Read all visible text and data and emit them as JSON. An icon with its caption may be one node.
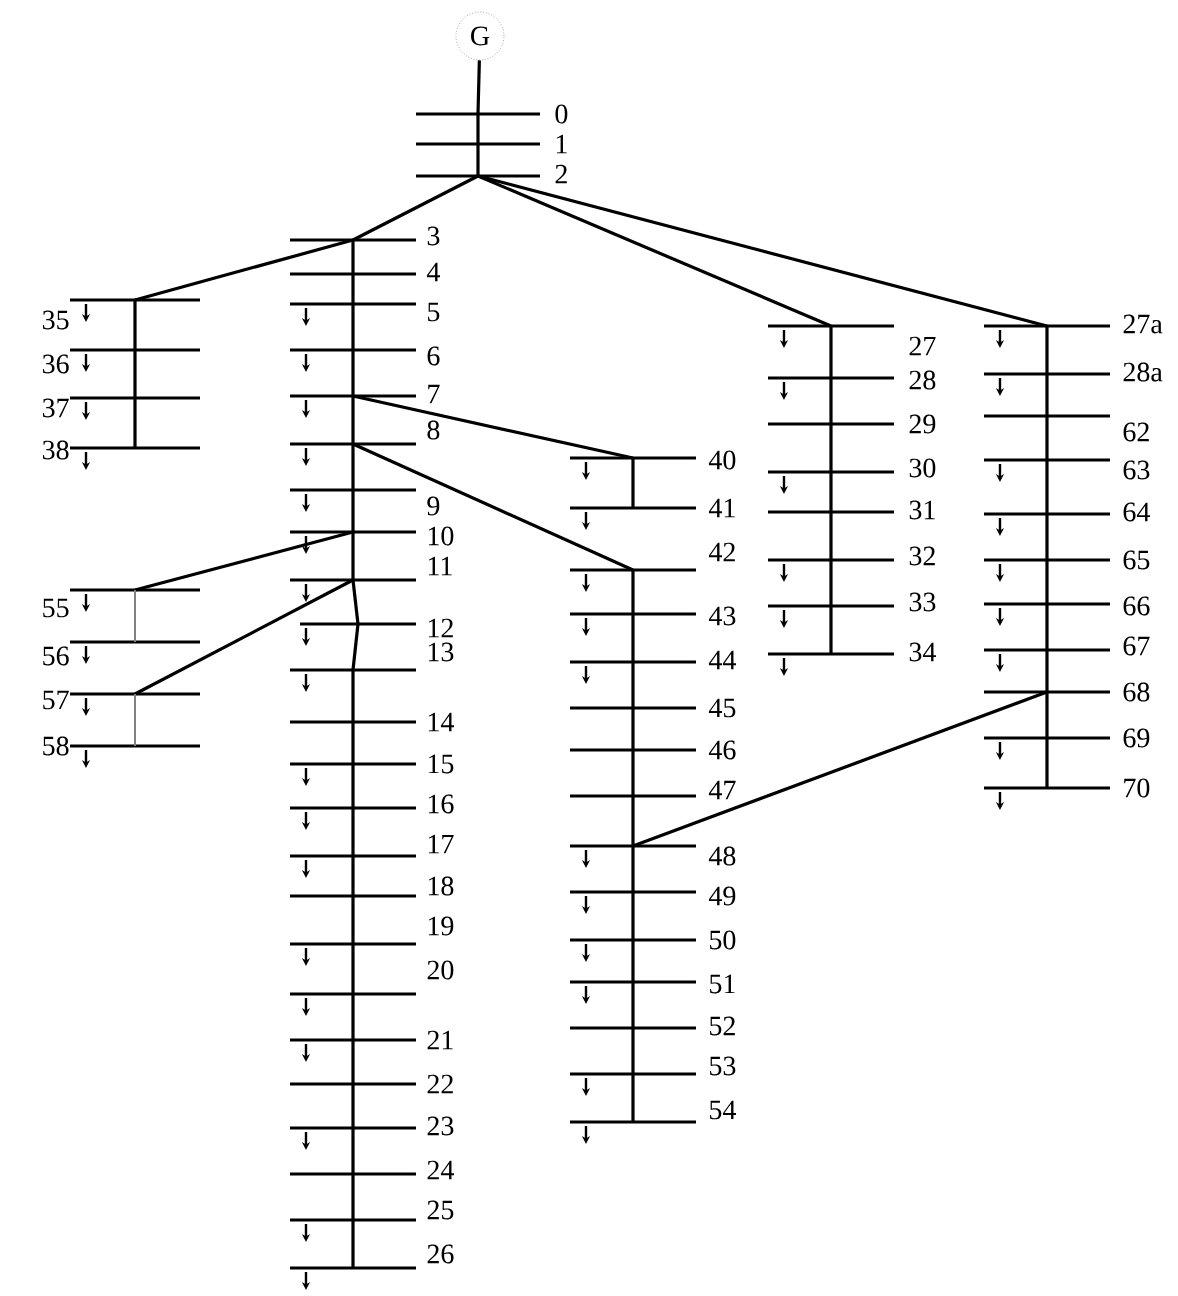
{
  "diagram": {
    "nodes": [
      {
        "text": [
          "G"
        ]
      },
      {
        "text": [
          "0"
        ]
      },
      {
        "text": [
          "1"
        ]
      },
      {
        "text": [
          "2"
        ]
      },
      {
        "text": [
          "3"
        ]
      },
      {
        "text": [
          "4"
        ]
      },
      {
        "text": [
          "5"
        ]
      },
      {
        "text": [
          "6"
        ]
      },
      {
        "text": [
          "7"
        ]
      },
      {
        "text": [
          "8"
        ]
      },
      {
        "text": [
          "9"
        ]
      },
      {
        "text": [
          "10"
        ]
      },
      {
        "text": [
          "11"
        ]
      },
      {
        "text": [
          "12"
        ]
      },
      {
        "text": [
          "13"
        ]
      },
      {
        "text": [
          "14"
        ]
      },
      {
        "text": [
          "15"
        ]
      },
      {
        "text": [
          "16"
        ]
      },
      {
        "text": [
          "17"
        ]
      },
      {
        "text": [
          "18"
        ]
      },
      {
        "text": [
          "19"
        ]
      },
      {
        "text": [
          "20"
        ]
      },
      {
        "text": [
          "21"
        ]
      },
      {
        "text": [
          "22"
        ]
      },
      {
        "text": [
          "23"
        ]
      },
      {
        "text": [
          "24"
        ]
      },
      {
        "text": [
          "25"
        ]
      },
      {
        "text": [
          "26"
        ]
      },
      {
        "text": [
          "27"
        ]
      },
      {
        "text": [
          "28"
        ]
      },
      {
        "text": [
          "29"
        ]
      },
      {
        "text": [
          "30"
        ]
      },
      {
        "text": [
          "31"
        ]
      },
      {
        "text": [
          "32"
        ]
      },
      {
        "text": [
          "33"
        ]
      },
      {
        "text": [
          "34"
        ]
      },
      {
        "text": [
          "27a"
        ]
      },
      {
        "text": [
          "28a"
        ]
      },
      {
        "text": [
          "62"
        ]
      },
      {
        "text": [
          "63"
        ]
      },
      {
        "text": [
          "64"
        ]
      },
      {
        "text": [
          "65"
        ]
      },
      {
        "text": [
          "66"
        ]
      },
      {
        "text": [
          "67"
        ]
      },
      {
        "text": [
          "68"
        ]
      },
      {
        "text": [
          "69"
        ]
      },
      {
        "text": [
          "70"
        ]
      },
      {
        "text": [
          "35"
        ]
      },
      {
        "text": [
          "36"
        ]
      },
      {
        "text": [
          "37"
        ]
      },
      {
        "text": [
          "38"
        ]
      },
      {
        "text": [
          "40"
        ]
      },
      {
        "text": [
          "41"
        ]
      },
      {
        "text": [
          "42"
        ]
      },
      {
        "text": [
          "43"
        ]
      },
      {
        "text": [
          "44"
        ]
      },
      {
        "text": [
          "45"
        ]
      },
      {
        "text": [
          "46"
        ]
      },
      {
        "text": [
          "47"
        ]
      },
      {
        "text": [
          "48"
        ]
      },
      {
        "text": [
          "49"
        ]
      },
      {
        "text": [
          "50"
        ]
      },
      {
        "text": [
          "51"
        ]
      },
      {
        "text": [
          "52"
        ]
      },
      {
        "text": [
          "53"
        ]
      },
      {
        "text": [
          "54"
        ]
      },
      {
        "text": [
          "55"
        ]
      },
      {
        "text": [
          "56"
        ]
      },
      {
        "text": [
          "57"
        ]
      },
      {
        "text": [
          "58"
        ]
      }
    ],
    "edges": [
      {
        "from": 0,
        "to": 1,
        "arrow": "none"
      },
      {
        "from": 1,
        "to": 2,
        "arrow": "none"
      },
      {
        "from": 2,
        "to": 3,
        "arrow": "none"
      },
      {
        "from": 3,
        "to": 4,
        "arrow": "none"
      },
      {
        "from": 3,
        "to": 28,
        "arrow": "none"
      },
      {
        "from": 3,
        "to": 36,
        "arrow": "none"
      },
      {
        "from": 4,
        "to": 47,
        "arrow": "none"
      },
      {
        "from": 4,
        "to": 5,
        "arrow": "none"
      },
      {
        "from": 5,
        "to": 6,
        "arrow": "none"
      },
      {
        "from": 6,
        "to": 7,
        "arrow": "none"
      },
      {
        "from": 7,
        "to": 8,
        "arrow": "none"
      },
      {
        "from": 8,
        "to": 9,
        "arrow": "none"
      },
      {
        "from": 9,
        "to": 10,
        "arrow": "none"
      },
      {
        "from": 10,
        "to": 11,
        "arrow": "none"
      },
      {
        "from": 11,
        "to": 12,
        "arrow": "none"
      },
      {
        "from": 12,
        "to": 13,
        "arrow": "none"
      },
      {
        "from": 13,
        "to": 14,
        "arrow": "none"
      },
      {
        "from": 14,
        "to": 15,
        "arrow": "none"
      },
      {
        "from": 15,
        "to": 16,
        "arrow": "none"
      },
      {
        "from": 16,
        "to": 17,
        "arrow": "none"
      },
      {
        "from": 17,
        "to": 18,
        "arrow": "none"
      },
      {
        "from": 18,
        "to": 19,
        "arrow": "none"
      },
      {
        "from": 19,
        "to": 20,
        "arrow": "none"
      },
      {
        "from": 20,
        "to": 21,
        "arrow": "none"
      },
      {
        "from": 21,
        "to": 22,
        "arrow": "none"
      },
      {
        "from": 22,
        "to": 23,
        "arrow": "none"
      },
      {
        "from": 23,
        "to": 24,
        "arrow": "none"
      },
      {
        "from": 24,
        "to": 25,
        "arrow": "none"
      },
      {
        "from": 25,
        "to": 26,
        "arrow": "none"
      },
      {
        "from": 26,
        "to": 27,
        "arrow": "none"
      },
      {
        "from": 28,
        "to": 29,
        "arrow": "none"
      },
      {
        "from": 29,
        "to": 30,
        "arrow": "none"
      },
      {
        "from": 30,
        "to": 31,
        "arrow": "none"
      },
      {
        "from": 31,
        "to": 32,
        "arrow": "none"
      },
      {
        "from": 32,
        "to": 33,
        "arrow": "none"
      },
      {
        "from": 33,
        "to": 34,
        "arrow": "none"
      },
      {
        "from": 34,
        "to": 35,
        "arrow": "none"
      },
      {
        "from": 36,
        "to": 37,
        "arrow": "none"
      },
      {
        "from": 37,
        "to": 38,
        "arrow": "none"
      },
      {
        "from": 38,
        "to": 39,
        "arrow": "none"
      },
      {
        "from": 39,
        "to": 40,
        "arrow": "none"
      },
      {
        "from": 40,
        "to": 41,
        "arrow": "none"
      },
      {
        "from": 41,
        "to": 42,
        "arrow": "none"
      },
      {
        "from": 42,
        "to": 43,
        "arrow": "none"
      },
      {
        "from": 43,
        "to": 44,
        "arrow": "none"
      },
      {
        "from": 44,
        "to": 45,
        "arrow": "none"
      },
      {
        "from": 45,
        "to": 46,
        "arrow": "none"
      },
      {
        "from": 47,
        "to": 48,
        "arrow": "none"
      },
      {
        "from": 48,
        "to": 49,
        "arrow": "none"
      },
      {
        "from": 49,
        "to": 50,
        "arrow": "none"
      },
      {
        "from": 8,
        "to": 51,
        "arrow": "none"
      },
      {
        "from": 51,
        "to": 52,
        "arrow": "none"
      },
      {
        "from": 9,
        "to": 53,
        "arrow": "none"
      },
      {
        "from": 53,
        "to": 54,
        "arrow": "none"
      },
      {
        "from": 54,
        "to": 55,
        "arrow": "none"
      },
      {
        "from": 55,
        "to": 56,
        "arrow": "none"
      },
      {
        "from": 56,
        "to": 57,
        "arrow": "none"
      },
      {
        "from": 57,
        "to": 58,
        "arrow": "none"
      },
      {
        "from": 58,
        "to": 59,
        "arrow": "none"
      },
      {
        "from": 59,
        "to": 60,
        "arrow": "none"
      },
      {
        "from": 60,
        "to": 61,
        "arrow": "none"
      },
      {
        "from": 61,
        "to": 62,
        "arrow": "none"
      },
      {
        "from": 62,
        "to": 63,
        "arrow": "none"
      },
      {
        "from": 63,
        "to": 64,
        "arrow": "none"
      },
      {
        "from": 64,
        "to": 65,
        "arrow": "none"
      },
      {
        "from": 11,
        "to": 66,
        "arrow": "none"
      },
      {
        "from": 66,
        "to": 67,
        "arrow": "none",
        "color": "#808080"
      },
      {
        "from": 12,
        "to": 68,
        "arrow": "none"
      },
      {
        "from": 68,
        "to": 69,
        "arrow": "none",
        "color": "#808080"
      },
      {
        "from": 44,
        "to": 59,
        "arrow": "none"
      }
    ]
  }
}
